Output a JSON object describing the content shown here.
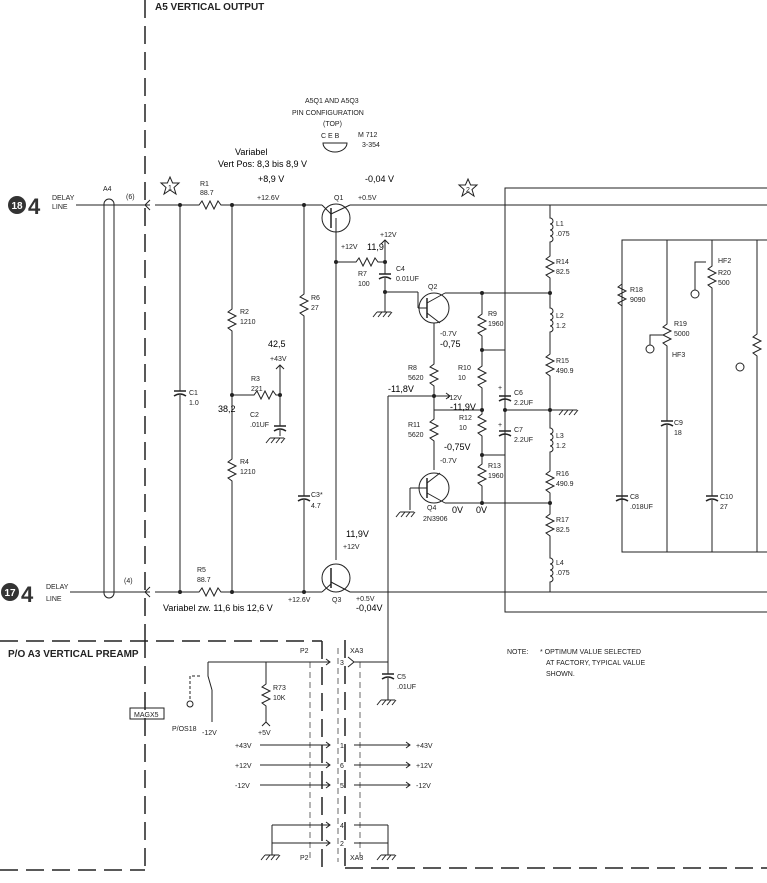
{
  "section_title": "A5 VERTICAL OUTPUT",
  "preamp_title": "P/O A3 VERTICAL PREAMP",
  "pin_config": {
    "line1": "A5Q1 AND A5Q3",
    "line2": "PIN CONFIGURATION",
    "line3": "(TOP)",
    "pins": "C  E  B",
    "part1": "M 712",
    "part2": "3-354"
  },
  "inputs": [
    {
      "num": "18",
      "digit": "4",
      "label1": "DELAY",
      "label2": "LINE",
      "pin": "(6)"
    },
    {
      "num": "17",
      "digit": "4",
      "label1": "DELAY",
      "label2": "LINE",
      "pin": "(4)"
    }
  ],
  "markers": {
    "m1": "1",
    "m2": "2",
    "a4": "A4"
  },
  "components": {
    "r1": "R1",
    "r1v": "88.7",
    "r2": "R2",
    "r2v": "1210",
    "r3": "R3",
    "r3v": "221",
    "r4": "R4",
    "r4v": "1210",
    "r5": "R5",
    "r5v": "88.7",
    "r6": "R6",
    "r6v": "27",
    "r7": "R7",
    "r7v": "100",
    "r8": "R8",
    "r8v": "5620",
    "r9": "R9",
    "r9v": "1960",
    "r10": "R10",
    "r10v": "10",
    "r11": "R11",
    "r11v": "5620",
    "r12": "R12",
    "r12v": "10",
    "r13": "R13",
    "r13v": "1960",
    "r14": "R14",
    "r14v": "82.5",
    "r15": "R15",
    "r15v": "490.9",
    "r16": "R16",
    "r16v": "490.9",
    "r17": "R17",
    "r17v": "82.5",
    "r18": "R18",
    "r18v": "9090",
    "r19": "R19",
    "r19v": "5000",
    "r20": "R20",
    "r20v": "500",
    "r73": "R73",
    "r73v": "10K",
    "c1": "C1",
    "c1v": "1.0",
    "c2": "C2",
    "c2v": ".01UF",
    "c3": "C3*",
    "c3v": "4.7",
    "c4": "C4",
    "c4v": "0.01UF",
    "c5": "C5",
    "c5v": ".01UF",
    "c6": "C6",
    "c6v": "2.2UF",
    "c7": "C7",
    "c7v": "2.2UF",
    "c8": "C8",
    "c8v": ".018UF",
    "c9": "C9",
    "c9v": "18",
    "c10": "C10",
    "c10v": "27",
    "l1": "L1",
    "l1v": ".075",
    "l2": "L2",
    "l2v": "1.2",
    "l3": "L3",
    "l3v": "1.2",
    "l4": "L4",
    "l4v": ".075",
    "q1": "Q1",
    "q2": "Q2",
    "q3": "Q3",
    "q4": "Q4",
    "q4v": "2N3906",
    "hf2": "HF2",
    "hf3": "HF3"
  },
  "rails": {
    "p12v_a": "+12.6V",
    "p05v_a": "+0.5V",
    "p12v_b": "+12.6V",
    "p05v_b": "+0.5V",
    "p12_q1": "+12V",
    "p12_r7": "+12V",
    "p12_q3": "+12V",
    "p43": "+43V",
    "m12_q": "-12V",
    "q2e": "-0.7V",
    "q4e": "-0.7V"
  },
  "handwritten": {
    "variabel1": "Variabel",
    "variabel2": "Vert Pos: 8,3 bis 8,9 V",
    "v_plus89": "+8,9 V",
    "v_m004_top": "-0,04 V",
    "v_119_top": "11,9",
    "v_425": "42,5",
    "v_382": "38,2",
    "v_m075_q2": "-0,75",
    "v_m118": "-11,8V",
    "v_m119": "-11,9V",
    "v_m075_q4": "-0,75V",
    "v_0v_a": "0V",
    "v_0v_b": "0V",
    "v_119_q3": "11,9V",
    "v_variabel_bot": "Variabel zw. 11,6 bis 12,6 V",
    "v_m004_bot": "-0,04V"
  },
  "preamp": {
    "p2": "P2",
    "xa3": "XA3",
    "magx5": "MAGX5",
    "pos": "P/OS18",
    "m12": "-12V",
    "p5": "+5V",
    "rows": [
      {
        "pin": "1",
        "left": "+43V",
        "right": "+43V"
      },
      {
        "pin": "6",
        "left": "+12V",
        "right": "+12V"
      },
      {
        "pin": "5",
        "left": "-12V",
        "right": "-12V"
      },
      {
        "pin": "4",
        "left": "",
        "right": ""
      },
      {
        "pin": "2",
        "left": "",
        "right": ""
      }
    ],
    "pin3": "3",
    "p2b": "P2",
    "xa3b": "XA3"
  },
  "note": {
    "label": "NOTE:",
    "line1": "* OPTIMUM VALUE SELECTED",
    "line2": "AT FACTORY, TYPICAL VALUE",
    "line3": "SHOWN."
  }
}
